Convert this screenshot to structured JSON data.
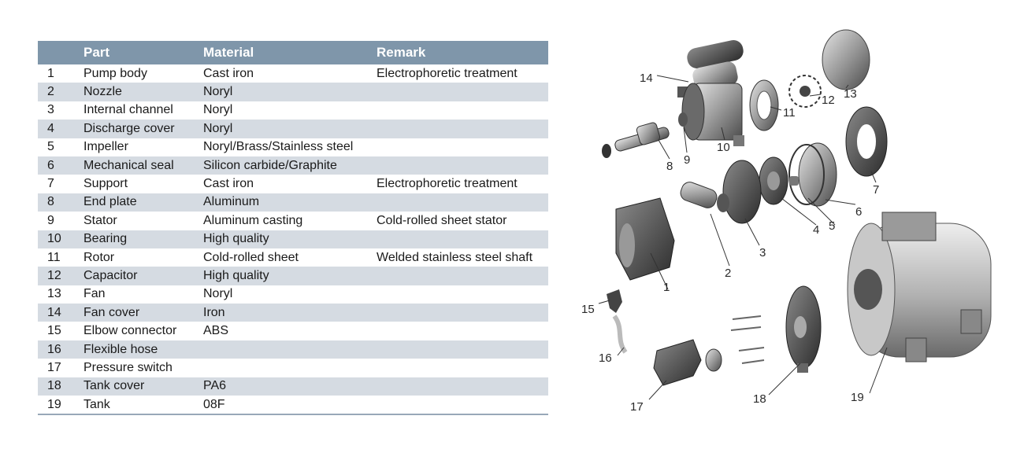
{
  "table": {
    "headers": {
      "num": "",
      "part": "Part",
      "material": "Material",
      "remark": "Remark"
    },
    "rows": [
      {
        "num": "1",
        "part": "Pump body",
        "material": "Cast iron",
        "remark": "Electrophoretic treatment"
      },
      {
        "num": "2",
        "part": "Nozzle",
        "material": "Noryl",
        "remark": ""
      },
      {
        "num": "3",
        "part": "Internal channel",
        "material": "Noryl",
        "remark": ""
      },
      {
        "num": "4",
        "part": "Discharge cover",
        "material": "Noryl",
        "remark": ""
      },
      {
        "num": "5",
        "part": "Impeller",
        "material": "Noryl/Brass/Stainless steel",
        "remark": ""
      },
      {
        "num": "6",
        "part": "Mechanical seal",
        "material": "Silicon carbide/Graphite",
        "remark": ""
      },
      {
        "num": "7",
        "part": "Support",
        "material": "Cast iron",
        "remark": "Electrophoretic treatment"
      },
      {
        "num": "8",
        "part": "End plate",
        "material": "Aluminum",
        "remark": ""
      },
      {
        "num": "9",
        "part": "Stator",
        "material": "Aluminum casting",
        "remark": "Cold-rolled sheet stator"
      },
      {
        "num": "10",
        "part": "Bearing",
        "material": "High quality",
        "remark": ""
      },
      {
        "num": "11",
        "part": "Rotor",
        "material": "Cold-rolled sheet",
        "remark": "Welded stainless steel shaft"
      },
      {
        "num": "12",
        "part": "Capacitor",
        "material": "High quality",
        "remark": ""
      },
      {
        "num": "13",
        "part": "Fan",
        "material": "Noryl",
        "remark": ""
      },
      {
        "num": "14",
        "part": "Fan cover",
        "material": "Iron",
        "remark": ""
      },
      {
        "num": "15",
        "part": "Elbow connector",
        "material": "ABS",
        "remark": ""
      },
      {
        "num": "16",
        "part": "Flexible hose",
        "material": "",
        "remark": ""
      },
      {
        "num": "17",
        "part": "Pressure switch",
        "material": "",
        "remark": ""
      },
      {
        "num": "18",
        "part": "Tank cover",
        "material": "PA6",
        "remark": ""
      },
      {
        "num": "19",
        "part": "Tank",
        "material": "08F",
        "remark": ""
      }
    ]
  },
  "diagram": {
    "callouts": [
      "1",
      "2",
      "3",
      "4",
      "5",
      "6",
      "7",
      "8",
      "9",
      "10",
      "11",
      "12",
      "13",
      "14",
      "15",
      "16",
      "17",
      "18",
      "19"
    ]
  },
  "colors": {
    "header_bg": "#7f96aa",
    "stripe_bg": "#d5dbe2",
    "header_text": "#ffffff"
  }
}
